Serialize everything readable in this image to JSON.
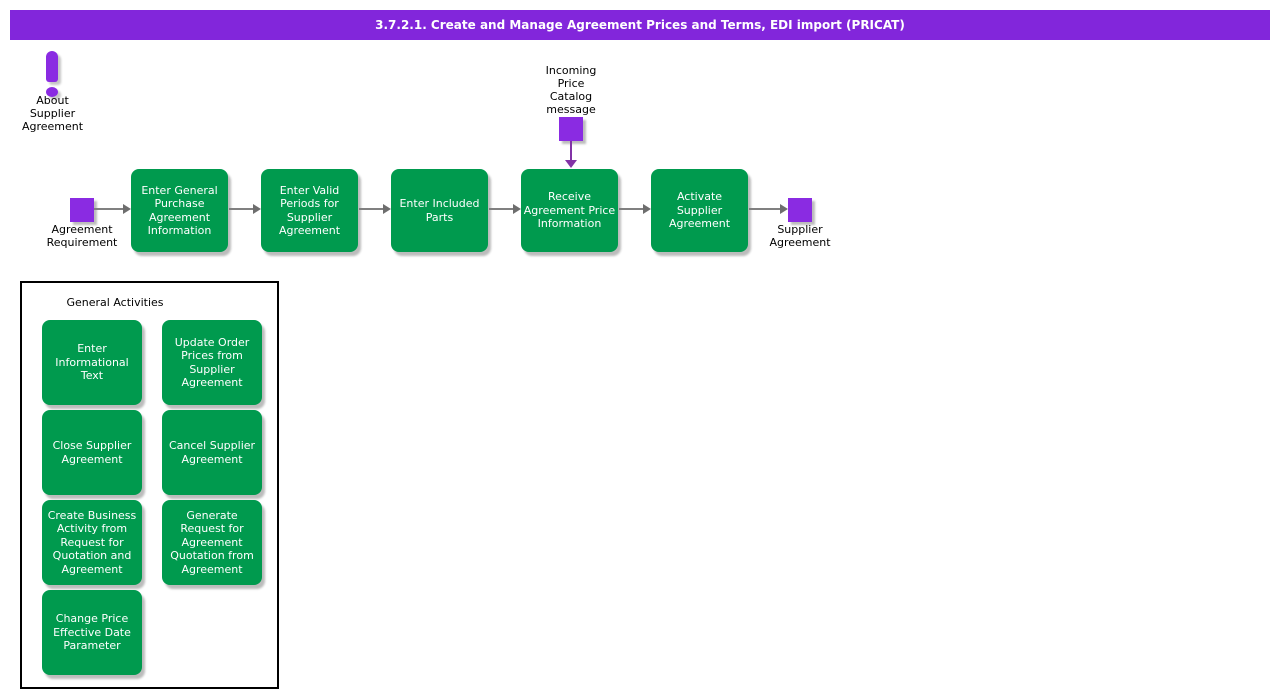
{
  "title_bar": {
    "text": "3.7.2.1. Create and Manage Agreement Prices and Terms, EDI import (PRICAT)"
  },
  "colors": {
    "purple": "#8A2BE2",
    "green": "#009A4E",
    "arrow_gray": "#808080",
    "title_text": "#FFFFFF"
  },
  "about_note": {
    "label": "About\nSupplier\nAgreement"
  },
  "incoming_message": {
    "label": "Incoming\nPrice\nCatalog\nmessage"
  },
  "flow": {
    "start": {
      "label": "Agreement\nRequirement"
    },
    "end": {
      "label": "Supplier\nAgreement"
    },
    "steps": [
      {
        "label": "Enter General\nPurchase\nAgreement\nInformation"
      },
      {
        "label": "Enter Valid\nPeriods for\nSupplier\nAgreement"
      },
      {
        "label": "Enter Included\nParts"
      },
      {
        "label": "Receive\nAgreement Price\nInformation"
      },
      {
        "label": "Activate\nSupplier\nAgreement"
      }
    ]
  },
  "general_activities": {
    "title": "General Activities",
    "items": [
      {
        "label": "Enter\nInformational\nText"
      },
      {
        "label": "Update Order\nPrices from\nSupplier\nAgreement"
      },
      {
        "label": "Close Supplier\nAgreement"
      },
      {
        "label": "Cancel Supplier\nAgreement"
      },
      {
        "label": "Create Business\nActivity from\nRequest for\nQuotation and\nAgreement"
      },
      {
        "label": "Generate\nRequest for\nAgreement\nQuotation from\nAgreement"
      },
      {
        "label": "Change Price\nEffective Date\nParameter"
      }
    ]
  }
}
